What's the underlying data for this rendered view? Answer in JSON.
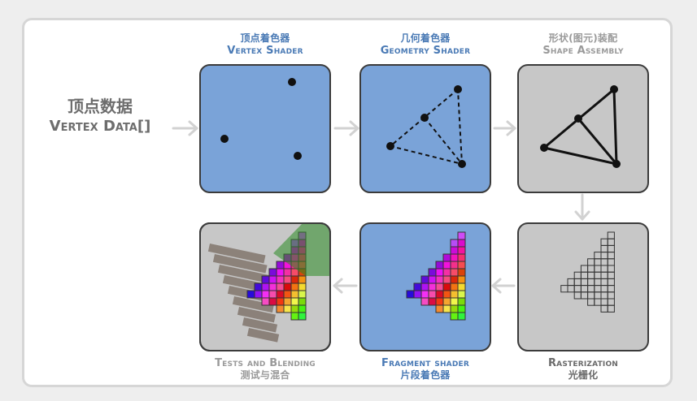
{
  "vertex_data": {
    "zh": "顶点数据",
    "en": "Vertex Data[]"
  },
  "stages": [
    {
      "zh": "顶点着色器",
      "en": "Vertex Shader"
    },
    {
      "zh": "几何着色器",
      "en": "Geometry Shader"
    },
    {
      "zh": "形状(图元)装配",
      "en": "Shape Assembly"
    },
    {
      "en": "Rasterization",
      "zh": "光栅化"
    },
    {
      "en": "Fragment shader",
      "zh": "片段着色器"
    },
    {
      "en": "Tests and Blending",
      "zh": "测试与混合"
    }
  ],
  "colors": {
    "shader_box": "#7aa3d8",
    "fixed_box": "#c7c7c7",
    "arrow": "#d2d2d2",
    "blue_text": "#4a7ab5",
    "grey_text": "#9a9a9a"
  }
}
